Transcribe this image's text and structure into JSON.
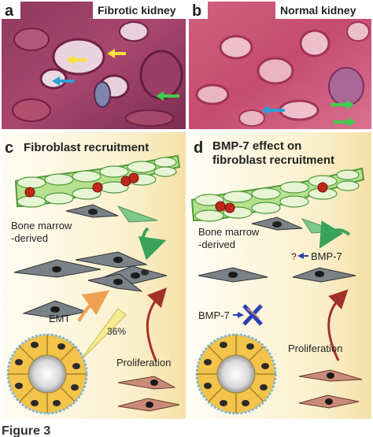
{
  "panels": {
    "a": {
      "letter": "a",
      "title": "Fibrotic kidney"
    },
    "b": {
      "letter": "b",
      "title": "Normal kidney"
    },
    "c": {
      "letter": "c",
      "title": "Fibroblast recruitment",
      "bone_marrow_line1": "Bone marrow",
      "bone_marrow_line2": "-derived",
      "emt": "EMT",
      "percent": "36%",
      "proliferation": "Proliferation"
    },
    "d": {
      "letter": "d",
      "title_line1": "BMP-7 effect on",
      "title_line2": "fibroblast recruitment",
      "bone_marrow_line1": "Bone marrow",
      "bone_marrow_line2": "-derived",
      "question": "?",
      "bmp7_top": "BMP-7",
      "bmp7_block": "BMP-7",
      "proliferation": "Proliferation"
    }
  },
  "footer": {
    "caption": "Figure 3"
  },
  "colors": {
    "panel_bg_light": "#fdf8e6",
    "panel_bg_warm": "#f6e6b4",
    "vessel": "#b7e08f",
    "rbc": "#c0281c",
    "fibroblast": "#7a8287",
    "resident_fibroblast": "#c98b78",
    "tubule": "#f3c34a",
    "arrow_green": "#3aa35a",
    "arrow_red": "#a3302a",
    "arrow_orange": "#f0a052",
    "arrow_blue": "#2a3fa8",
    "block_x": "#2b3fb2",
    "yellow_arrow": "#f6e13a",
    "blue_arrow": "#2f9ed8",
    "green_arrow": "#3ecf4a"
  }
}
